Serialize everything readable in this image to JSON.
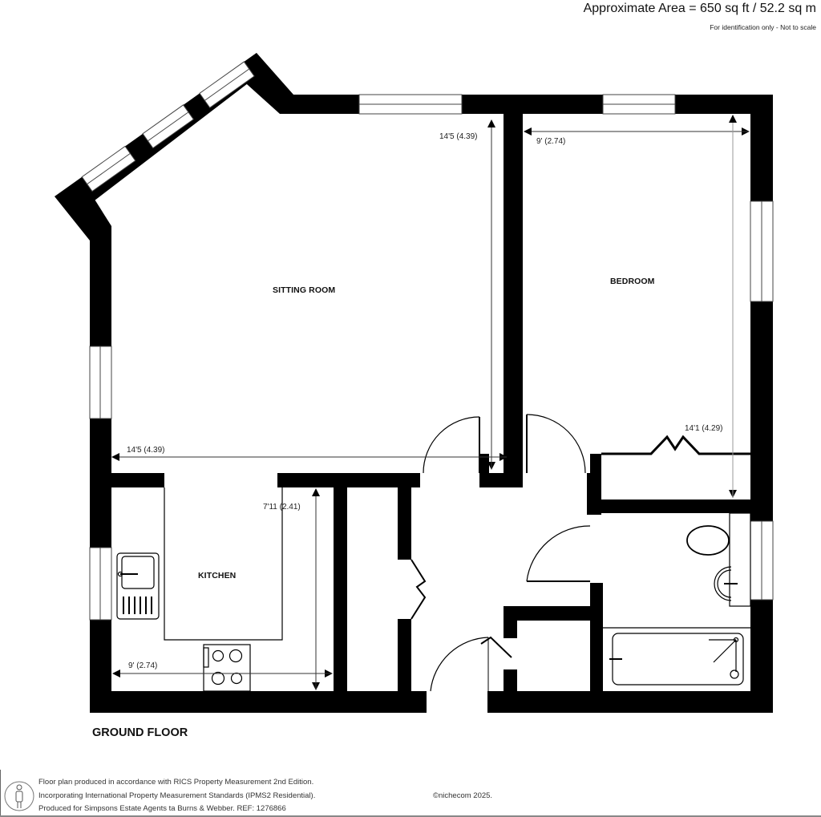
{
  "header": {
    "area": "Approximate Area = 650 sq ft / 52.2 sq m",
    "disclaimer": "For identification only - Not to scale"
  },
  "plan": {
    "floor_name": "GROUND FLOOR",
    "rooms": [
      {
        "id": "sitting-room",
        "label": "SITTING ROOM"
      },
      {
        "id": "bedroom",
        "label": "BEDROOM"
      },
      {
        "id": "kitchen",
        "label": "KITCHEN"
      }
    ],
    "dimensions": {
      "sitting_room_depth": "14'5 (4.39)",
      "sitting_room_width": "14'5 (4.39)",
      "bedroom_width": "9' (2.74)",
      "bedroom_depth": "14'1 (4.29)",
      "kitchen_depth": "7'11 (2.41)",
      "kitchen_width": "9' (2.74)"
    },
    "colors": {
      "wall": "#000000",
      "background": "#ffffff",
      "dimension_line": "#333333",
      "guide_line": "#9a9a9a"
    }
  },
  "footer": {
    "line1": "Floor plan produced in accordance with RICS Property Measurement 2nd Edition.",
    "line2": "Incorporating International Property Measurement Standards (IPMS2 Residential).",
    "copyright": "©nichecom 2025.",
    "line3": "Produced for Simpsons Estate Agents ta Burns & Webber.   REF: 1276866",
    "icon": "person-figure-icon"
  }
}
